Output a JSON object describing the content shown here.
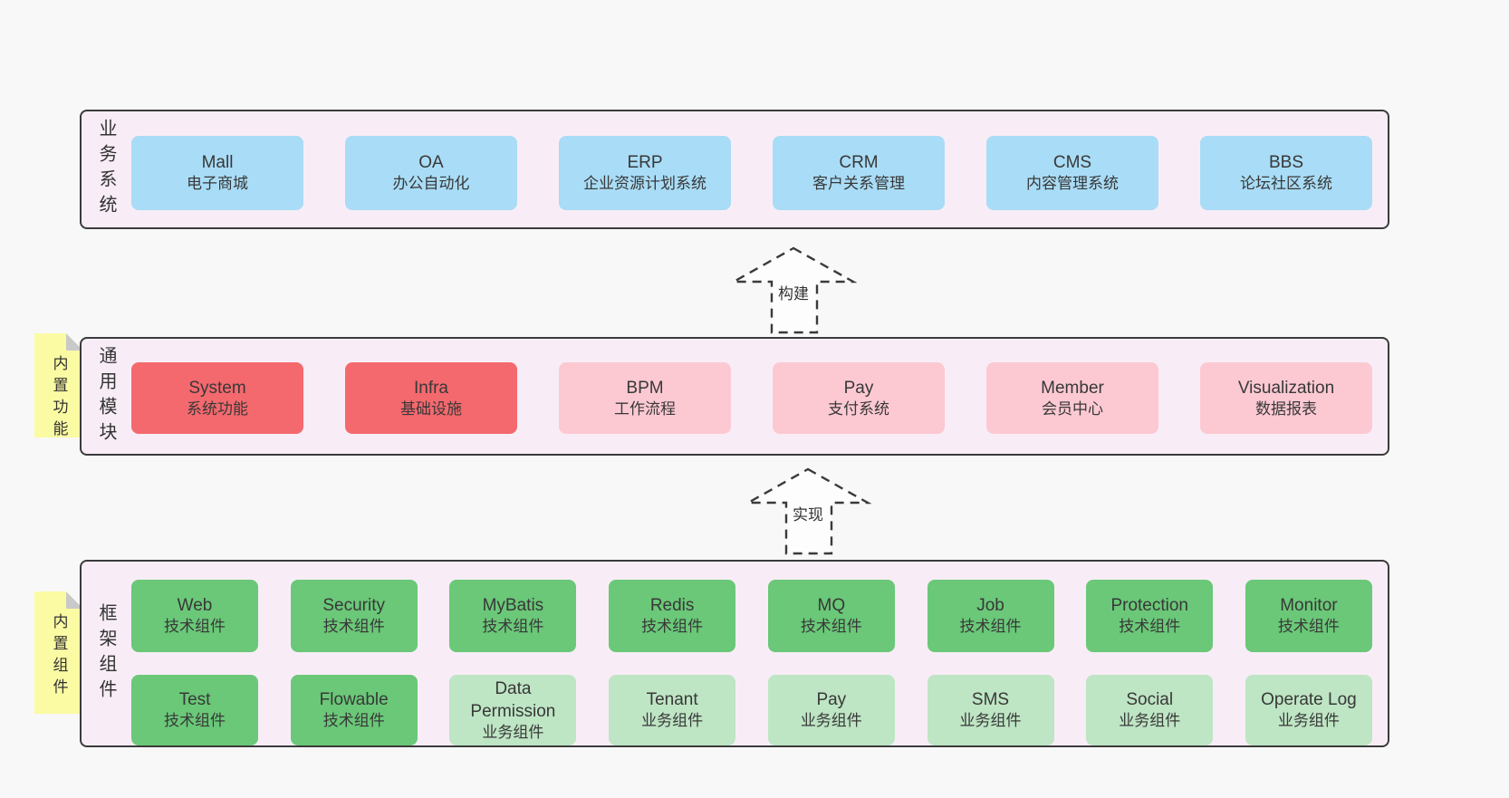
{
  "colors": {
    "page_bg": "#f8f8f8",
    "layer_bg": "#f8edf6",
    "layer_border": "#3b3b3b",
    "blue": "#a9dcf6",
    "red": "#f4696e",
    "pink": "#fcc9d3",
    "green": "#6ac878",
    "light_green": "#bee5c4",
    "note_yellow": "#fbfba3",
    "note_fold": "#c9c9c9",
    "text": "#383838"
  },
  "arrows": [
    {
      "label": "构建"
    },
    {
      "label": "实现"
    }
  ],
  "layers": [
    {
      "label": "业务系统",
      "rows": [
        [
          {
            "name": "Mall",
            "desc": "电子商城",
            "variant": "blue"
          },
          {
            "name": "OA",
            "desc": "办公自动化",
            "variant": "blue"
          },
          {
            "name": "ERP",
            "desc": "企业资源计划系统",
            "variant": "blue"
          },
          {
            "name": "CRM",
            "desc": "客户关系管理",
            "variant": "blue"
          },
          {
            "name": "CMS",
            "desc": "内容管理系统",
            "variant": "blue"
          },
          {
            "name": "BBS",
            "desc": "论坛社区系统",
            "variant": "blue"
          }
        ]
      ]
    },
    {
      "label": "通用模块",
      "note": "内置功能",
      "rows": [
        [
          {
            "name": "System",
            "desc": "系统功能",
            "variant": "red"
          },
          {
            "name": "Infra",
            "desc": "基础设施",
            "variant": "red"
          },
          {
            "name": "BPM",
            "desc": "工作流程",
            "variant": "pink"
          },
          {
            "name": "Pay",
            "desc": "支付系统",
            "variant": "pink"
          },
          {
            "name": "Member",
            "desc": "会员中心",
            "variant": "pink"
          },
          {
            "name": "Visualization",
            "desc": "数据报表",
            "variant": "pink"
          }
        ]
      ]
    },
    {
      "label": "框架组件",
      "note": "内置组件",
      "rows": [
        [
          {
            "name": "Web",
            "desc": "技术组件",
            "variant": "green"
          },
          {
            "name": "Security",
            "desc": "技术组件",
            "variant": "green"
          },
          {
            "name": "MyBatis",
            "desc": "技术组件",
            "variant": "green"
          },
          {
            "name": "Redis",
            "desc": "技术组件",
            "variant": "green"
          },
          {
            "name": "MQ",
            "desc": "技术组件",
            "variant": "green"
          },
          {
            "name": "Job",
            "desc": "技术组件",
            "variant": "green"
          },
          {
            "name": "Protection",
            "desc": "技术组件",
            "variant": "green"
          },
          {
            "name": "Monitor",
            "desc": "技术组件",
            "variant": "green"
          }
        ],
        [
          {
            "name": "Test",
            "desc": "技术组件",
            "variant": "green"
          },
          {
            "name": "Flowable",
            "desc": "技术组件",
            "variant": "green"
          },
          {
            "name": "Data Permission",
            "desc": "业务组件",
            "variant": "lightgreen"
          },
          {
            "name": "Tenant",
            "desc": "业务组件",
            "variant": "lightgreen"
          },
          {
            "name": "Pay",
            "desc": "业务组件",
            "variant": "lightgreen"
          },
          {
            "name": "SMS",
            "desc": "业务组件",
            "variant": "lightgreen"
          },
          {
            "name": "Social",
            "desc": "业务组件",
            "variant": "lightgreen"
          },
          {
            "name": "Operate Log",
            "desc": "业务组件",
            "variant": "lightgreen"
          }
        ]
      ]
    }
  ]
}
